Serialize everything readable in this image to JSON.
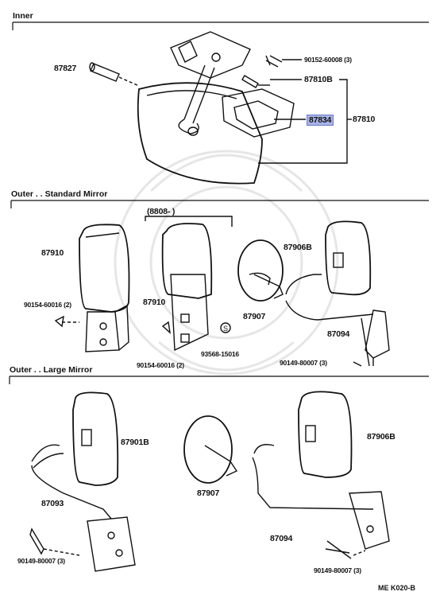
{
  "sections": {
    "inner": "Inner",
    "outer_standard": "Outer . . Standard Mirror",
    "outer_large": "Outer . . Large Mirror"
  },
  "inner": {
    "p87827": "87827",
    "p90152": "90152-60008 (3)",
    "p87810b": "87810B",
    "p87834": "87834",
    "p87810": "87810",
    "highlight_color": "#a8b4e6"
  },
  "standard": {
    "p8808": "(8808-        )",
    "p87910a": "87910",
    "p87906b": "87906B",
    "p90154a": "90154-60016 (2)",
    "p87910b": "87910",
    "p87907": "87907",
    "p87094": "87094",
    "p90154b": "90154-60016 (2)",
    "p93568": "93568-15016",
    "p90149": "90149-80007 (3)"
  },
  "large": {
    "p87901b": "87901B",
    "p87906b": "87906B",
    "p87093": "87093",
    "p87907": "87907",
    "p87094": "87094",
    "p90149a": "90149-80007 (3)",
    "p90149b": "90149-80007 (3)"
  },
  "footer_code": "ME  K020-B"
}
